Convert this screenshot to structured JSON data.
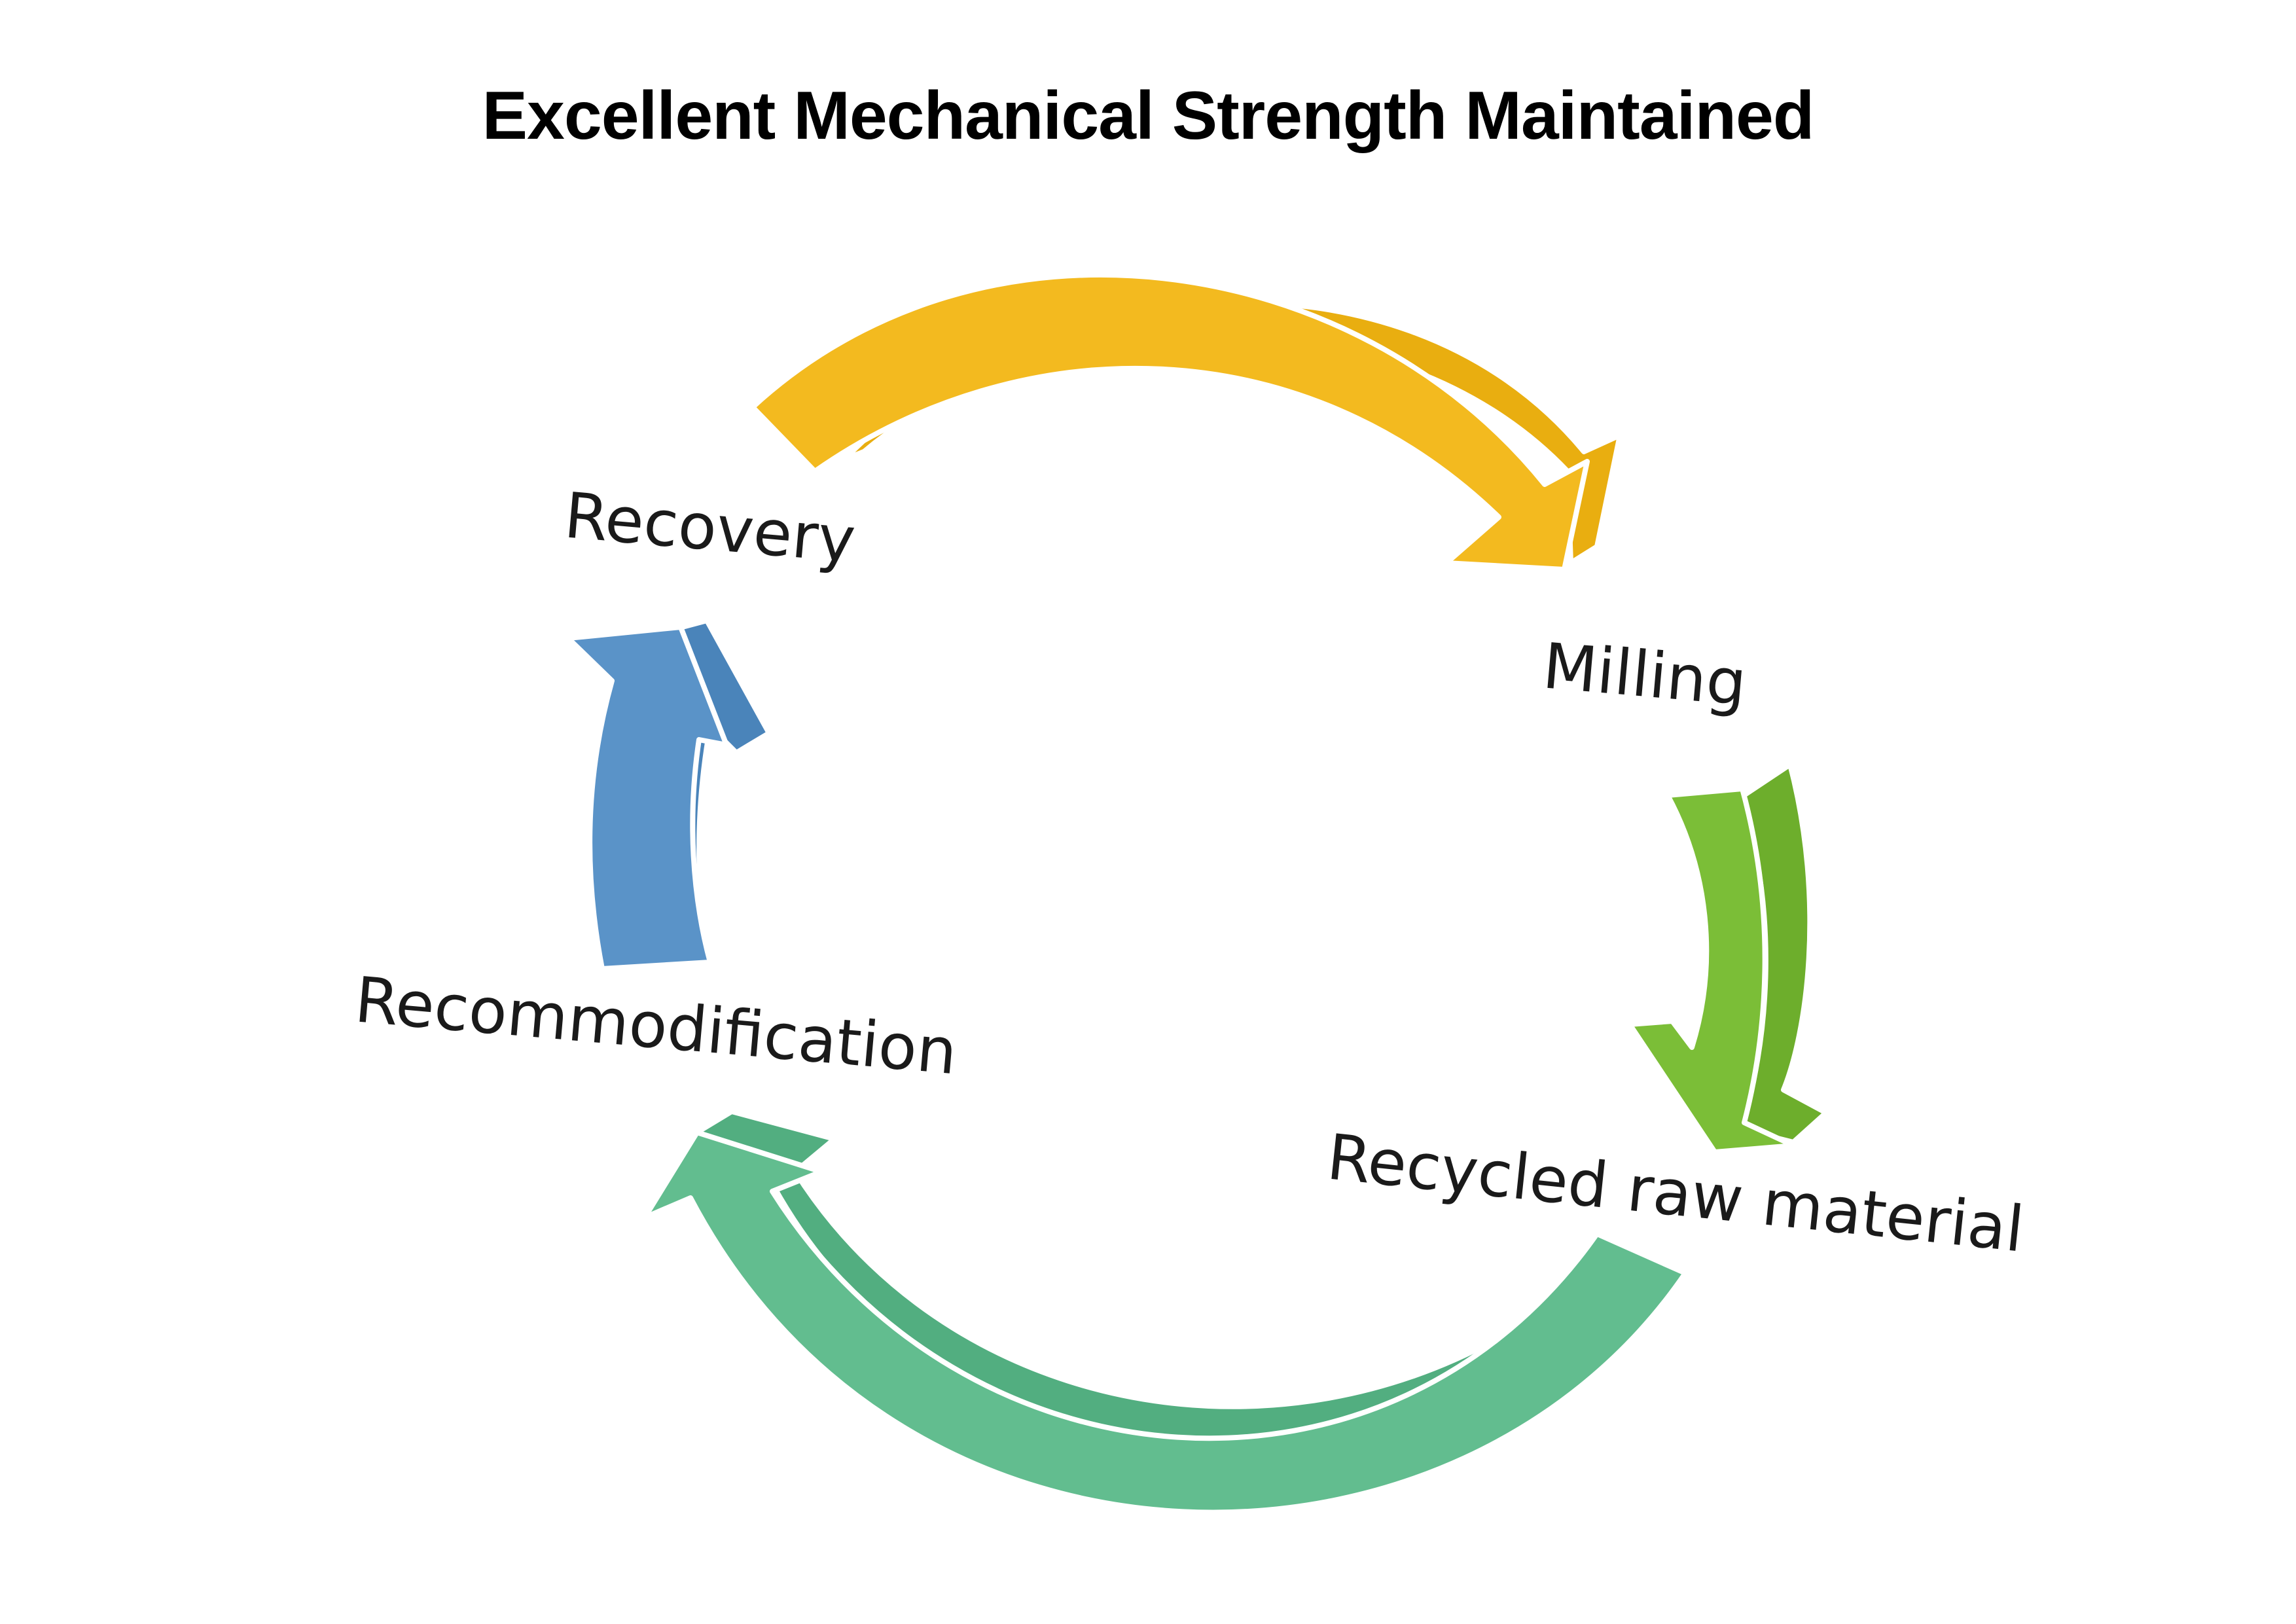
{
  "title": "Excellent Mechanical Strength Maintained",
  "stages": [
    {
      "key": "recovery",
      "label": "Recovery"
    },
    {
      "key": "milling",
      "label": "Milling"
    },
    {
      "key": "recycled",
      "label": "Recycled raw material"
    },
    {
      "key": "recommodification",
      "label": "Recommodification"
    }
  ],
  "arrows": [
    {
      "from": "Recovery",
      "to": "Milling",
      "color": "#F3BA1F",
      "side_color": "#E9AE10"
    },
    {
      "from": "Milling",
      "to": "Recycled raw material",
      "color": "#7BBE37",
      "side_color": "#6DAE2C"
    },
    {
      "from": "Recycled raw material",
      "to": "Recommodification",
      "color": "#62BD8F",
      "side_color": "#52AE80"
    },
    {
      "from": "Recommodification",
      "to": "Recovery",
      "color": "#5A93C8",
      "side_color": "#4A84BA"
    }
  ]
}
